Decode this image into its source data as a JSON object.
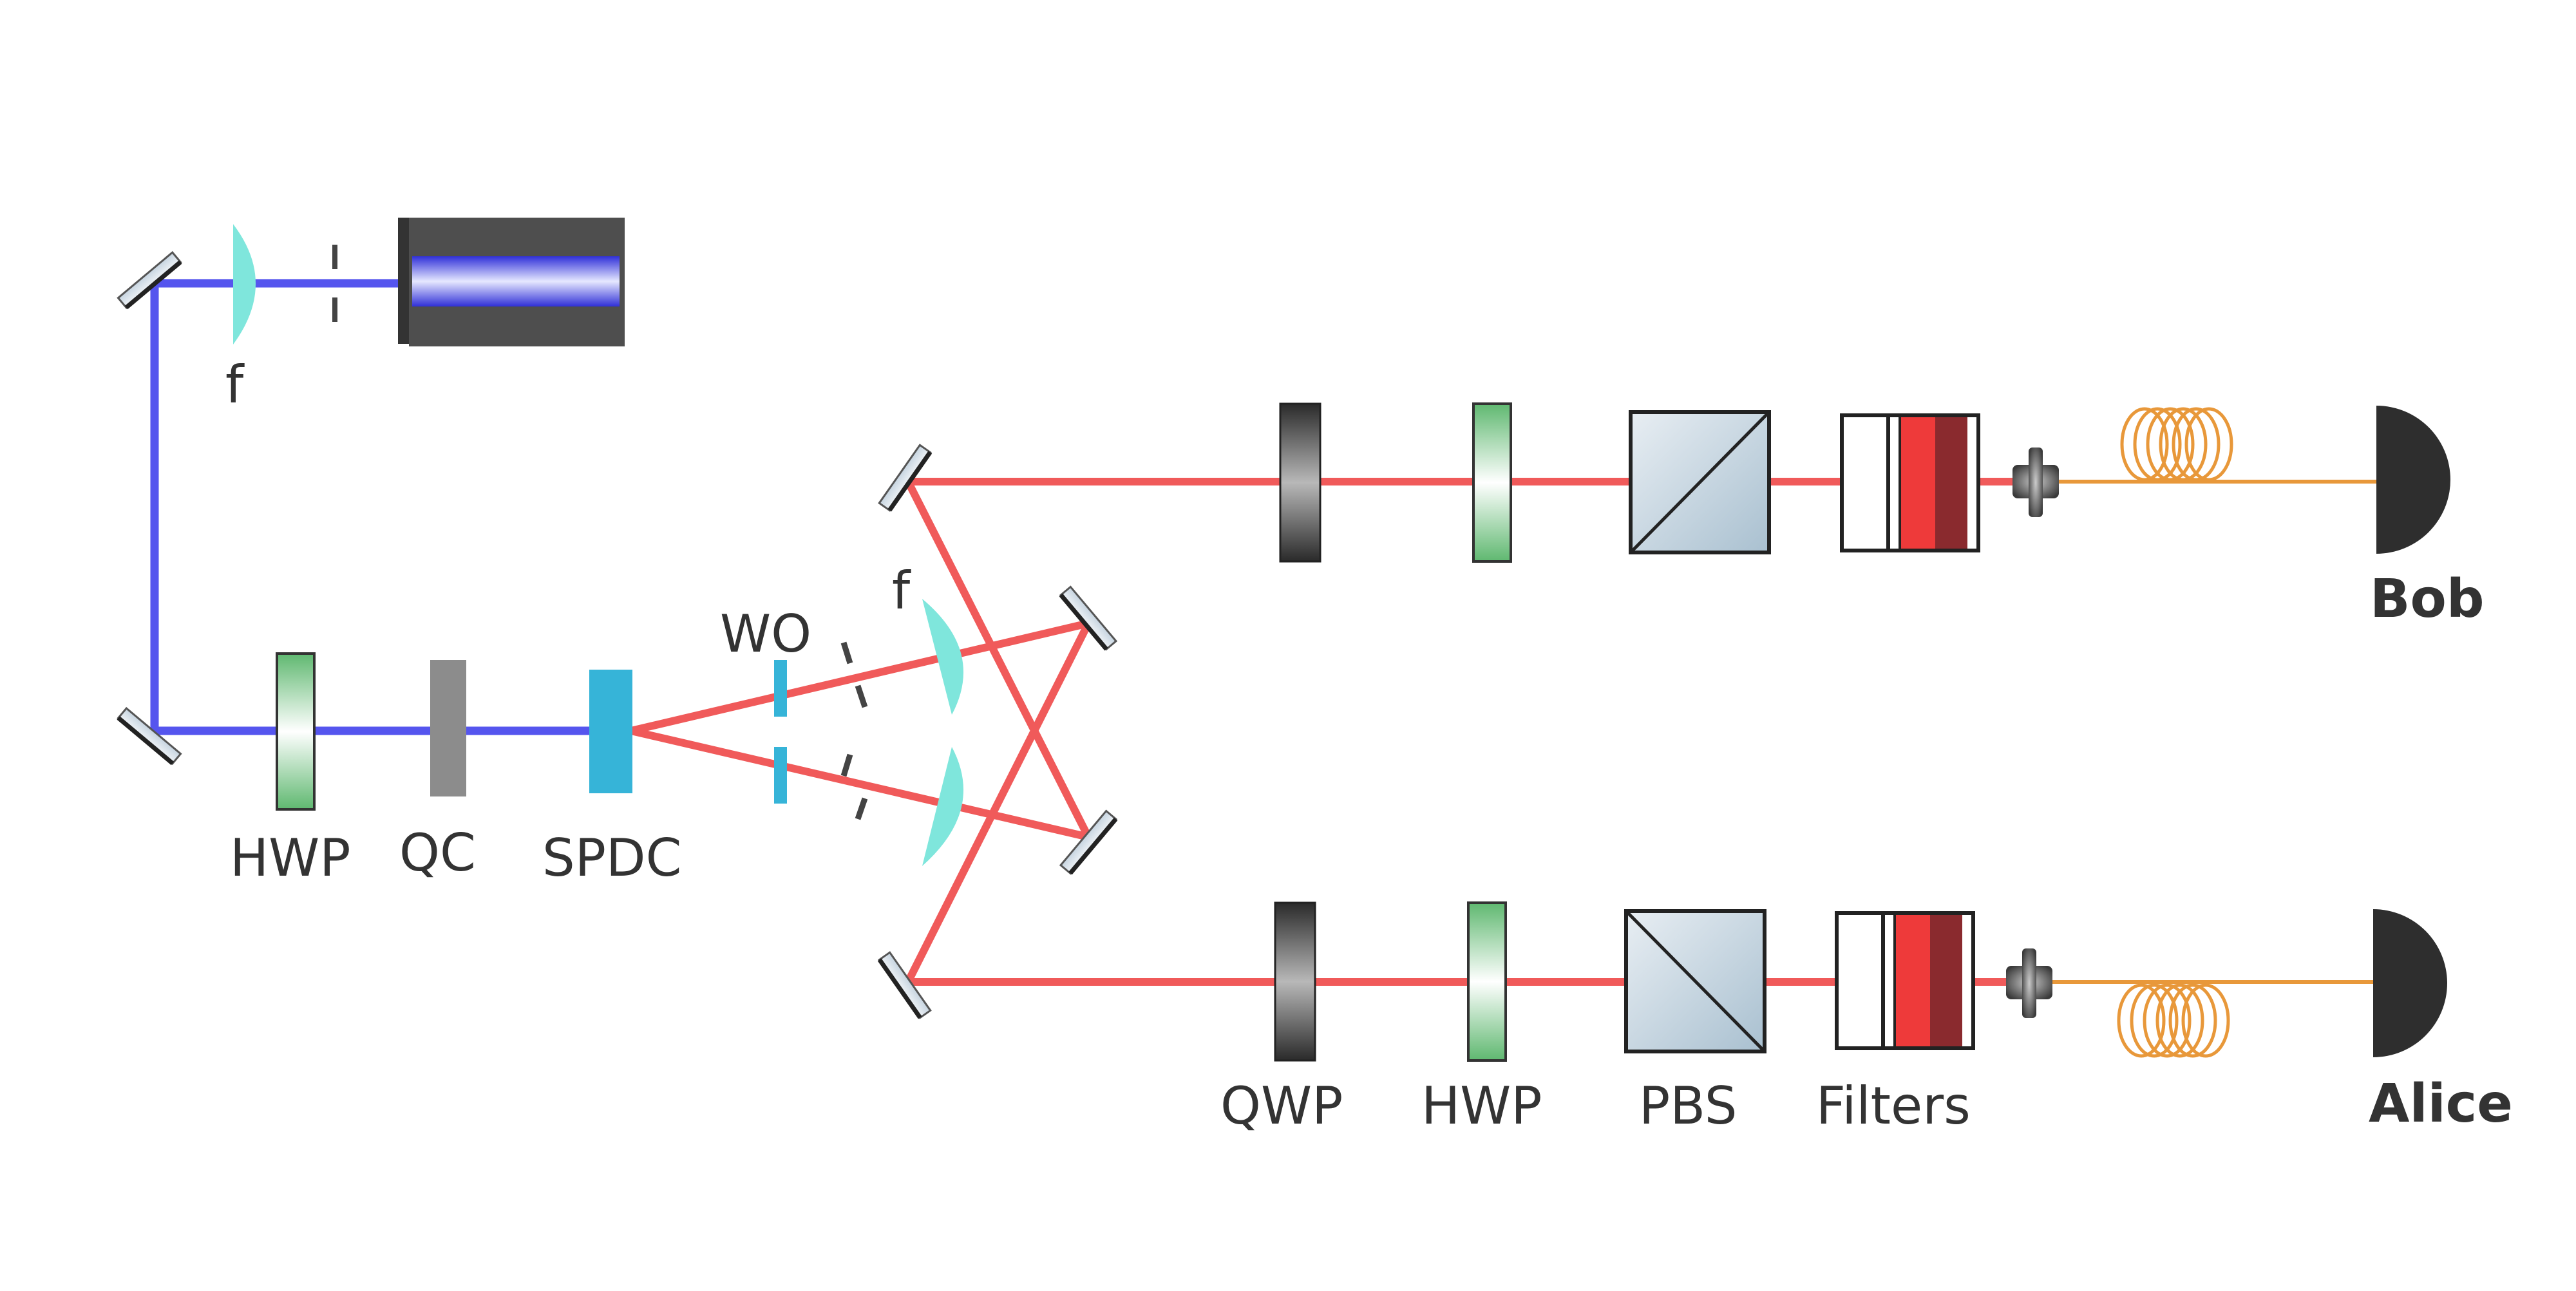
{
  "diagram": {
    "labels": {
      "lens_top": "f",
      "lens_mid": "f",
      "wo": "WO",
      "hwp_pump": "HWP",
      "qc": "QC",
      "spdc": "SPDC",
      "qwp": "QWP",
      "hwp_alice": "HWP",
      "pbs": "PBS",
      "filters": "Filters",
      "bob": "Bob",
      "alice": "Alice"
    },
    "colors": {
      "pump_beam": "#5555ee",
      "photon_beam": "#f05a5a",
      "fiber": "#e8983a",
      "lens": "#7fe6dc",
      "crystal": "#36b4d8",
      "detector": "#2e2e2e",
      "laser_body": "#4e4e4e"
    }
  }
}
